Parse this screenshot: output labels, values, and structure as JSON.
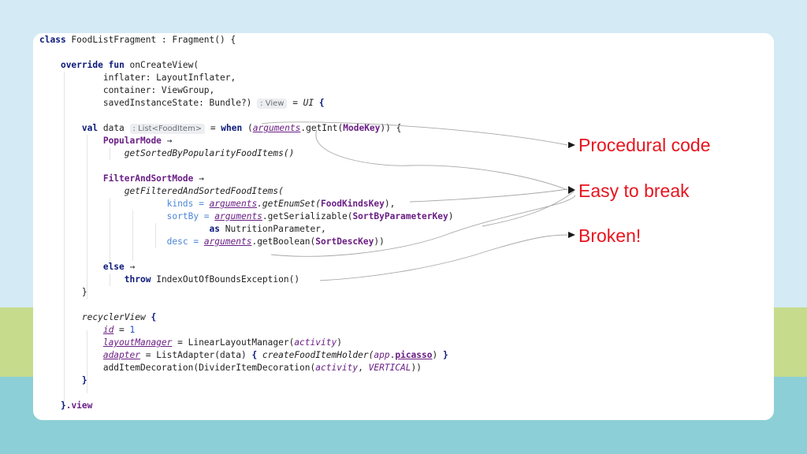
{
  "slide": {
    "callouts": {
      "procedural": "Procedural code",
      "easy_to_break": "Easy to break",
      "broken": "Broken!"
    }
  },
  "code": {
    "l1": {
      "kw_class": "class",
      "rest": " FoodListFragment : Fragment() {"
    },
    "l2": {
      "kw_override": "override",
      "kw_fun": "fun",
      "rest": " onCreateView("
    },
    "l3": {
      "text": "inflater: LayoutInflater,"
    },
    "l4": {
      "text": "container: ViewGroup,"
    },
    "l5": {
      "text": "savedInstanceState: Bundle?)",
      "hint": ": View",
      "eq": " = ",
      "ui": "UI",
      "brace": " {"
    },
    "l6": {
      "kw_val": "val",
      "name": " data",
      "hint": ": List<FoodItem>",
      "eq": " = ",
      "kw_when": "when",
      "open": " (",
      "args": "arguments",
      "call": ".getInt(",
      "const": "ModeKey",
      "close": ")) {"
    },
    "l7": {
      "const": "PopularMode",
      "arrow": " →"
    },
    "l8": {
      "text": "getSortedByPopularityFoodItems()"
    },
    "l9": {
      "const": "FilterAndSortMode",
      "arrow": " →"
    },
    "l10": {
      "text": "getFilteredAndSortedFoodItems("
    },
    "l11": {
      "named": "kinds =",
      "args": "arguments",
      "call": ".getEnumSet(",
      "const": "FoodKindsKey",
      "close": "),"
    },
    "l12": {
      "named": "sortBy =",
      "args": "arguments",
      "call": ".getSerializable(",
      "const": "SortByParameterKey",
      "close": ")"
    },
    "l13": {
      "kw_as": "as",
      "rest": " NutritionParameter,"
    },
    "l14": {
      "named": "desc =",
      "args": "arguments",
      "call": ".getBoolean(",
      "const": "SortDescKey",
      "close": "))"
    },
    "l15": {
      "kw_else": "else",
      "arrow": " →"
    },
    "l16": {
      "kw_throw": "throw",
      "rest": " IndexOutOfBoundsException()"
    },
    "l17": {
      "text": "}"
    },
    "l18": {
      "name": "recyclerView",
      "brace": " {"
    },
    "l19": {
      "prop": "id",
      "eq": " = ",
      "num": "1"
    },
    "l20": {
      "prop": "layoutManager",
      "eq": " = LinearLayoutManager(",
      "arg": "activity",
      "close": ")"
    },
    "l21": {
      "prop": "adapter",
      "eq": " = ListAdapter(data) ",
      "brace1": "{",
      "call": " createFoodItemHolder(",
      "app": "app",
      "dot": ".",
      "picasso": "picasso",
      "close": ") ",
      "brace2": "}"
    },
    "l22": {
      "call": "addItemDecoration(DividerItemDecoration(",
      "arg": "activity",
      "comma": ", ",
      "vertical": "VERTICAL",
      "close": "))"
    },
    "l23": {
      "brace": "}"
    },
    "l24": {
      "brace": "}",
      "view": ".view"
    }
  }
}
